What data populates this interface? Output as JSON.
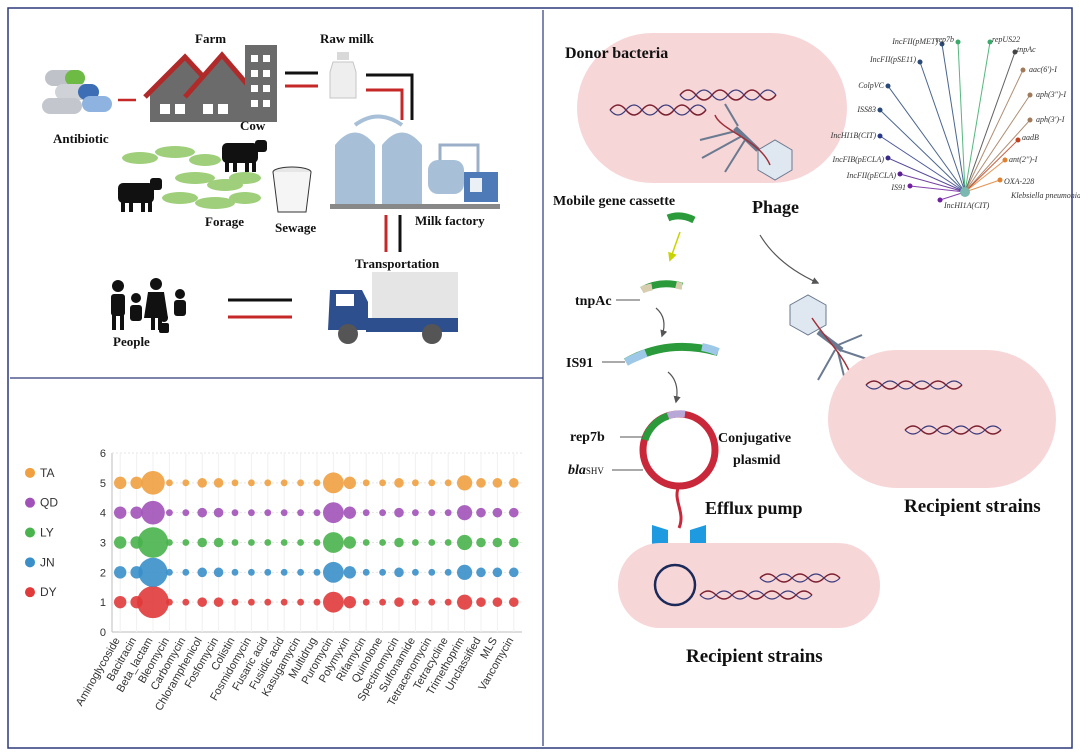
{
  "farm_panel": {
    "antibiotic": "Antibiotic",
    "farm": "Farm",
    "raw_milk": "Raw milk",
    "cow": "Cow",
    "forage": "Forage",
    "sewage": "Sewage",
    "milk_factory": "Milk factory",
    "transportation": "Transportation",
    "people": "People"
  },
  "transfer_panel": {
    "donor": "Donor bacteria",
    "mobile_gene_cassette": "Mobile gene cassette",
    "phage": "Phage",
    "tnpac": "tnpAc",
    "is91": "IS91",
    "rep7b": "rep7b",
    "bla_main": "bla",
    "bla_sub": "SHV",
    "conjugative": "Conjugative",
    "plasmid": "plasmid",
    "efflux": "Efflux pump",
    "recipient_right": "Recipient strains",
    "recipient_bottom": "Recipient strains",
    "network_labels": [
      "rep7b",
      "repUS22",
      "tnpAc",
      "aac(6')-I",
      "aph(3'')-I",
      "aph(3')-I",
      "aadB",
      "ant(2'')-I",
      "OXA-228",
      "Klebsiella pneumoniae",
      "IncHI1A(CIT)",
      "IS91",
      "IncFII(pECLA)",
      "IncFIB(pECLA)",
      "IncHI1B(CIT)",
      "ISS83",
      "ColpVC",
      "IncFII(pSE11)",
      "IncFII(pMET)"
    ]
  },
  "chart_data": {
    "type": "scatter",
    "title": "",
    "xlabel": "",
    "ylabel": "",
    "ylim": [
      0,
      6
    ],
    "yticks": [
      0,
      1,
      2,
      3,
      4,
      5,
      6
    ],
    "grid": true,
    "legend_placement": "left",
    "categories": [
      "Aminoglycoside",
      "Bacitracin",
      "Beta_lactam",
      "Bleomycin",
      "Carbomycin",
      "Chloramphenicol",
      "Fosfomycin",
      "Colistin",
      "Fosmidomycin",
      "Fusaric acid",
      "Fusidic acid",
      "Kasugamycin",
      "Multidrug",
      "Puromycin",
      "Polymyxin",
      "Rifamycin",
      "Quinolone",
      "Spectinomycin",
      "Sulfonamide",
      "Tetracenomycin",
      "Tetracycline",
      "Trimethoprim",
      "Unclassified",
      "MLS",
      "Vancomycin"
    ],
    "series": [
      {
        "name": "DY",
        "y": 1,
        "color": "#e03a3a",
        "sizes": [
          0.3,
          0.3,
          1.0,
          0.1,
          0.1,
          0.2,
          0.2,
          0.1,
          0.1,
          0.1,
          0.1,
          0.1,
          0.1,
          0.6,
          0.3,
          0.1,
          0.1,
          0.2,
          0.1,
          0.1,
          0.1,
          0.4,
          0.2,
          0.2,
          0.2
        ]
      },
      {
        "name": "JN",
        "y": 2,
        "color": "#3a8fc9",
        "sizes": [
          0.3,
          0.3,
          0.9,
          0.1,
          0.1,
          0.2,
          0.2,
          0.1,
          0.1,
          0.1,
          0.1,
          0.1,
          0.1,
          0.6,
          0.3,
          0.1,
          0.1,
          0.2,
          0.1,
          0.1,
          0.1,
          0.4,
          0.2,
          0.2,
          0.2
        ]
      },
      {
        "name": "LY",
        "y": 3,
        "color": "#49b34d",
        "sizes": [
          0.3,
          0.3,
          0.95,
          0.1,
          0.1,
          0.2,
          0.2,
          0.1,
          0.1,
          0.1,
          0.1,
          0.1,
          0.1,
          0.6,
          0.3,
          0.1,
          0.1,
          0.2,
          0.1,
          0.1,
          0.1,
          0.4,
          0.2,
          0.2,
          0.2
        ]
      },
      {
        "name": "QD",
        "y": 4,
        "color": "#a152b8",
        "sizes": [
          0.3,
          0.3,
          0.7,
          0.1,
          0.1,
          0.2,
          0.2,
          0.1,
          0.1,
          0.1,
          0.1,
          0.1,
          0.1,
          0.6,
          0.3,
          0.1,
          0.1,
          0.2,
          0.1,
          0.1,
          0.1,
          0.4,
          0.2,
          0.2,
          0.2
        ]
      },
      {
        "name": "TA",
        "y": 5,
        "color": "#f0a040",
        "sizes": [
          0.3,
          0.3,
          0.7,
          0.1,
          0.1,
          0.2,
          0.2,
          0.1,
          0.1,
          0.1,
          0.1,
          0.1,
          0.1,
          0.6,
          0.3,
          0.1,
          0.1,
          0.2,
          0.1,
          0.1,
          0.1,
          0.4,
          0.2,
          0.2,
          0.2
        ]
      }
    ]
  }
}
